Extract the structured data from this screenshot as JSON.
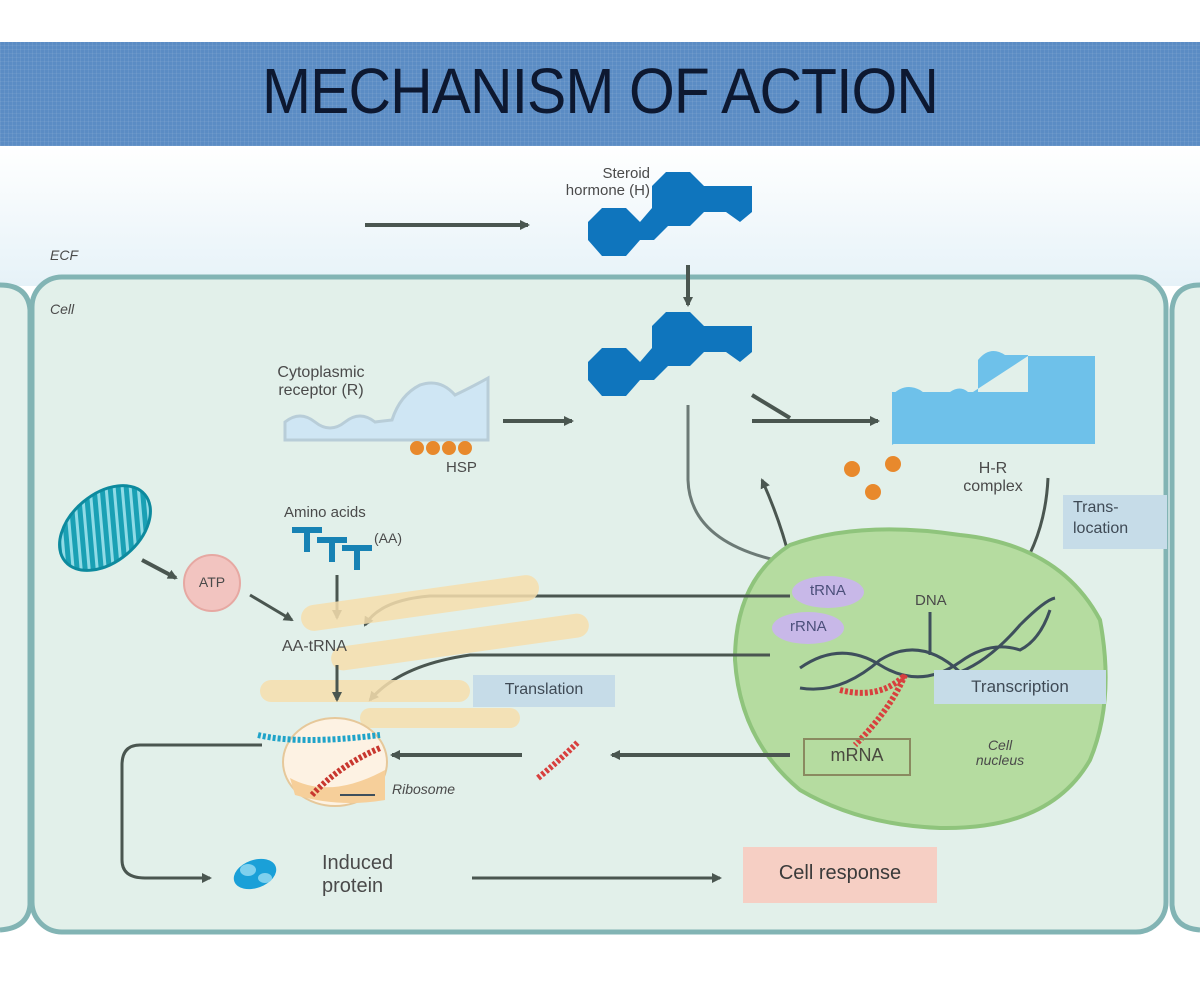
{
  "title": "MECHANISM OF ACTION",
  "regions": {
    "ecf": "ECF",
    "cell": "Cell"
  },
  "labels": {
    "steroid_hormone_line1": "Steroid",
    "steroid_hormone_line2": "hormone (H)",
    "cytoplasmic_receptor_line1": "Cytoplasmic",
    "cytoplasmic_receptor_line2": "receptor (R)",
    "hsp": "HSP",
    "hr_complex_line1": "H-R",
    "hr_complex_line2": "complex",
    "translocation_line1": "Trans-",
    "translocation_line2": "location",
    "amino_acids": "Amino acids",
    "aa_abbrev": "(AA)",
    "atp": "ATP",
    "aa_trna": "AA-tRNA",
    "trna": "tRNA",
    "rrna": "rRNA",
    "dna": "DNA",
    "translation": "Translation",
    "transcription": "Transcription",
    "mrna": "mRNA",
    "cell_nucleus_line1": "Cell",
    "cell_nucleus_line2": "nucleus",
    "ribosome": "Ribosome",
    "induced_protein_line1": "Induced",
    "induced_protein_line2": "protein",
    "cell_response": "Cell response"
  },
  "colors": {
    "title_band": "#5b8cc4",
    "hormone": "#0f75bd",
    "receptor": "#6ec1ea",
    "nucleus": "#a8d48e",
    "hsp": "#e8892c",
    "atp": "#f2c4c0",
    "cell_response": "#f6cfc4",
    "cell_bg": "#e2f0ea",
    "membrane": "#7fb2b2"
  }
}
